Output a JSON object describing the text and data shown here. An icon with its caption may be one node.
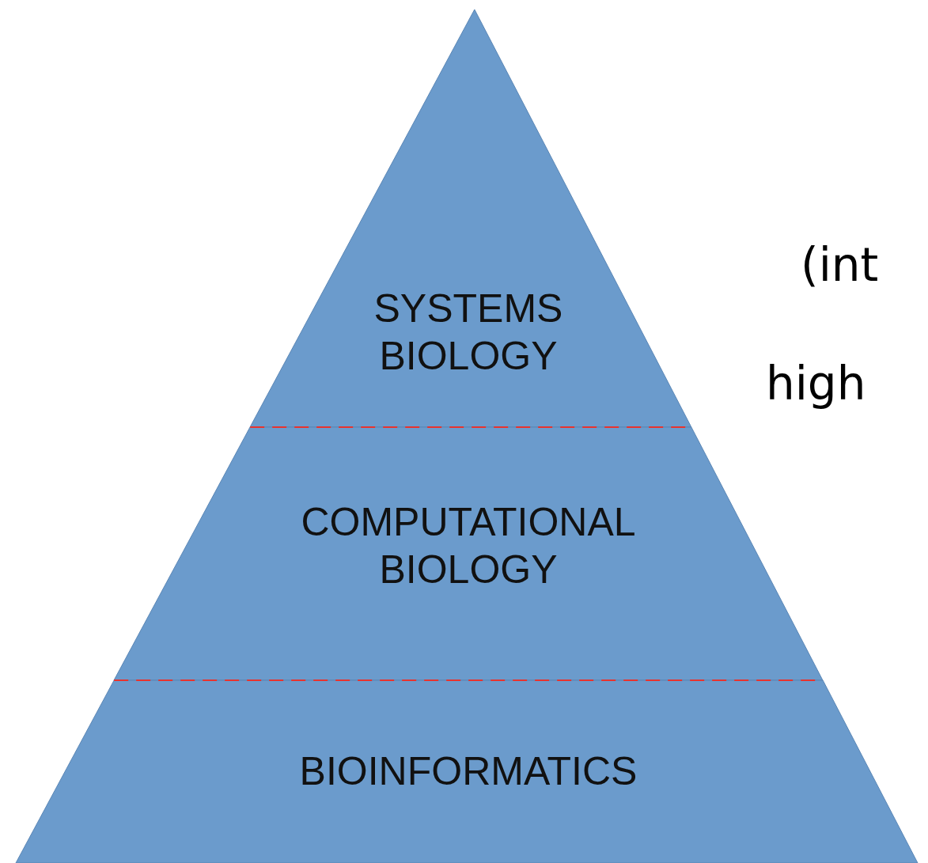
{
  "diagram": {
    "nodes": [
      {
        "text": [
          "SYSTEMS BIOLOGY"
        ]
      },
      {
        "text": [
          "COMPUTATIONAL BIOLOGY"
        ]
      },
      {
        "text": [
          "BIOINFORMATICS"
        ]
      }
    ],
    "labels": [
      "(int",
      "high"
    ]
  }
}
